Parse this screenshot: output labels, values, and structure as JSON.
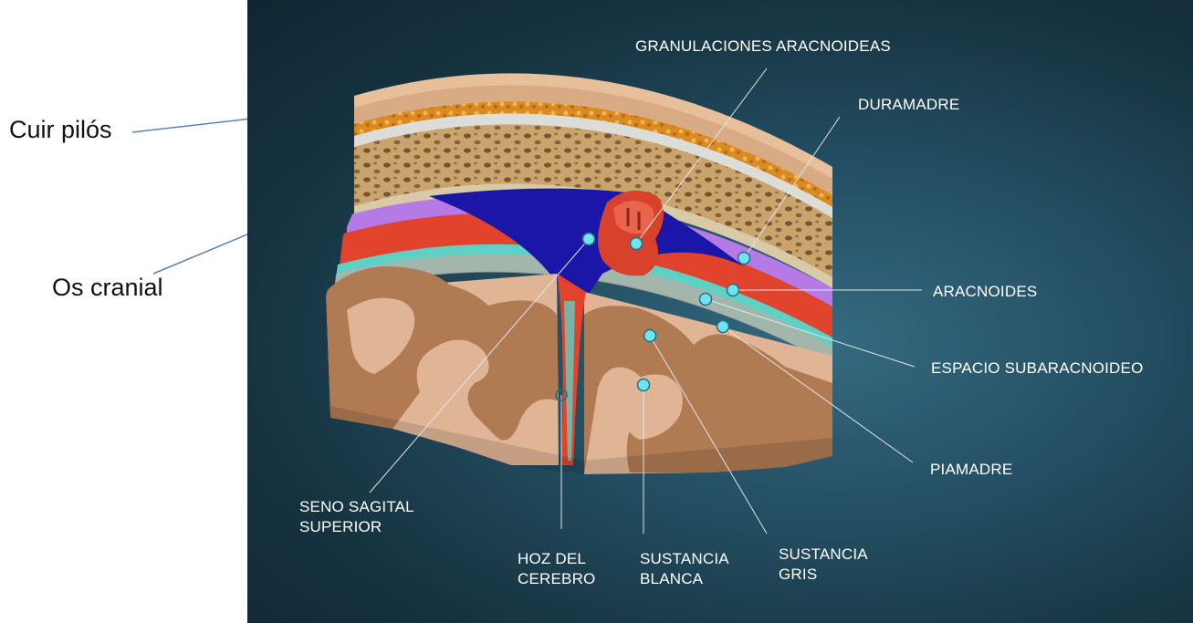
{
  "left_labels": {
    "scalp": "Cuir pilós",
    "cranial_bone": "Os cranial"
  },
  "labels": {
    "granulaciones": "GRANULACIONES ARACNOIDEAS",
    "duramadre": "DURAMADRE",
    "aracnoides": "ARACNOIDES",
    "espacio": "ESPACIO SUBARACNOIDEO",
    "piamadre": "PIAMADRE",
    "seno_line1": "SENO SAGITAL",
    "seno_line2": "SUPERIOR",
    "hoz_line1": "HOZ DEL",
    "hoz_line2": "CEREBRO",
    "blanca_line1": "SUSTANCIA",
    "blanca_line2": "BLANCA",
    "gris_line1": "SUSTANCIA",
    "gris_line2": "GRIS"
  },
  "colors": {
    "panel_background": "#1b3c4c",
    "scalp": "#d9ab85",
    "fat_layer": "#d98a22",
    "bone": "#c9a56d",
    "dura_mater": "#b57ae6",
    "sinus_blood": "#1c16a8",
    "arteries": "#e2432c",
    "arachnoid": "#5fd0c4",
    "gray_matter": "#b07a52",
    "white_matter": "#e0b596",
    "marker": "#6fe3ee"
  }
}
